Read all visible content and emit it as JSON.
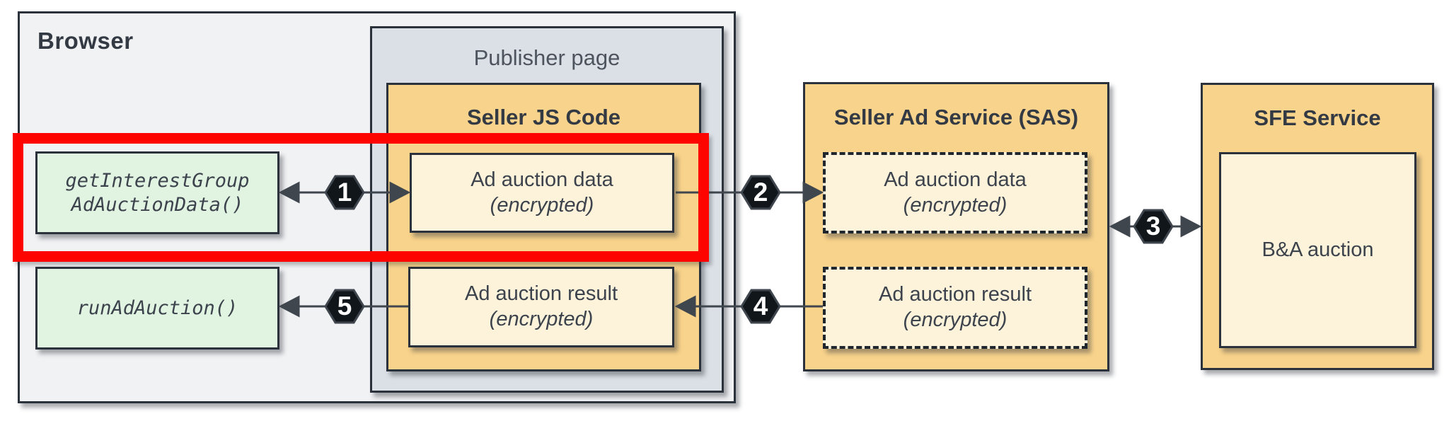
{
  "browser": {
    "title": "Browser"
  },
  "publisher_page": {
    "title": "Publisher page"
  },
  "api_calls": [
    {
      "line1": "getInterestGroup",
      "line2": "AdAuctionData()"
    },
    {
      "line1": "runAdAuction()"
    }
  ],
  "seller_js_code": {
    "title": "Seller JS Code",
    "ad_auction_data": {
      "line1": "Ad auction data",
      "line2": "(encrypted)"
    },
    "ad_auction_result": {
      "line1": "Ad auction result",
      "line2": "(encrypted)"
    }
  },
  "seller_ad_service": {
    "title": "Seller Ad Service (SAS)",
    "ad_auction_data": {
      "line1": "Ad auction data",
      "line2": "(encrypted)"
    },
    "ad_auction_result": {
      "line1": "Ad auction result",
      "line2": "(encrypted)"
    }
  },
  "sfe_service": {
    "title": "SFE Service",
    "ba_auction_label": "B&A auction"
  },
  "steps": [
    "1",
    "2",
    "3",
    "4",
    "5"
  ],
  "colors": {
    "highlight_red": "#fe0400",
    "container_orange": "#f8d38b",
    "inner_yellow": "#fdf2da",
    "api_green": "#e1f3e1",
    "publisher_gray": "#dbe0e6",
    "browser_gray": "#f1f2f4",
    "border_dark": "#2b323b",
    "text_dark": "#3c434d",
    "step_badge_black": "#11161b"
  }
}
